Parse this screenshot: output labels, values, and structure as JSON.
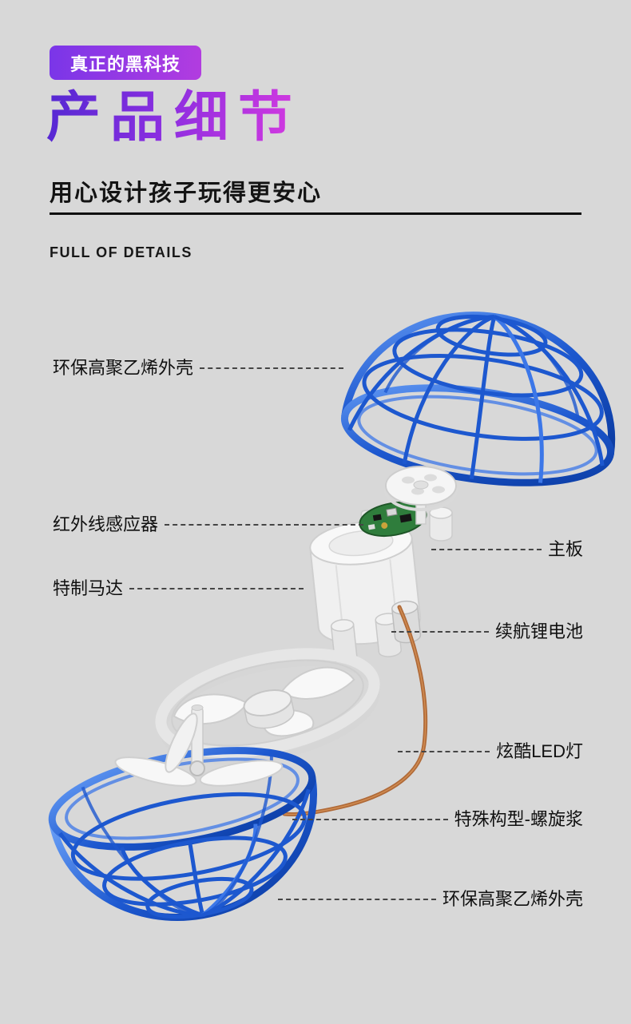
{
  "badge": {
    "label": "真正的黑科技"
  },
  "header": {
    "title": "产品细节",
    "subtitle": "用心设计孩子玩得更安心",
    "tagline": "FULL OF DETAILS"
  },
  "labels": [
    {
      "text": "环保高聚乙烯外壳",
      "side": "left"
    },
    {
      "text": "红外线感应器",
      "side": "left"
    },
    {
      "text": "主板",
      "side": "right"
    },
    {
      "text": "特制马达",
      "side": "left"
    },
    {
      "text": "续航锂电池",
      "side": "right"
    },
    {
      "text": "炫酷LED灯",
      "side": "right"
    },
    {
      "text": "特殊构型-螺旋浆",
      "side": "right"
    },
    {
      "text": "环保高聚乙烯外壳",
      "side": "right"
    }
  ],
  "illustration": {
    "parts": [
      "top-shell",
      "infrared-sensor-disc",
      "main-board",
      "motor",
      "battery",
      "led-wire",
      "fan-duct",
      "propeller",
      "bottom-shell"
    ]
  },
  "colors": {
    "background": "#d8d8d8",
    "badge_gradient": [
      "#7a36e8",
      "#b23ce0"
    ],
    "title_gradient": [
      "#5328d2",
      "#8a2ee0",
      "#d83ae0"
    ],
    "shell_blue": "#1d58cf",
    "copper_wire": "#b06a38",
    "pcb_green": "#2f7d3c",
    "text": "#111111"
  }
}
